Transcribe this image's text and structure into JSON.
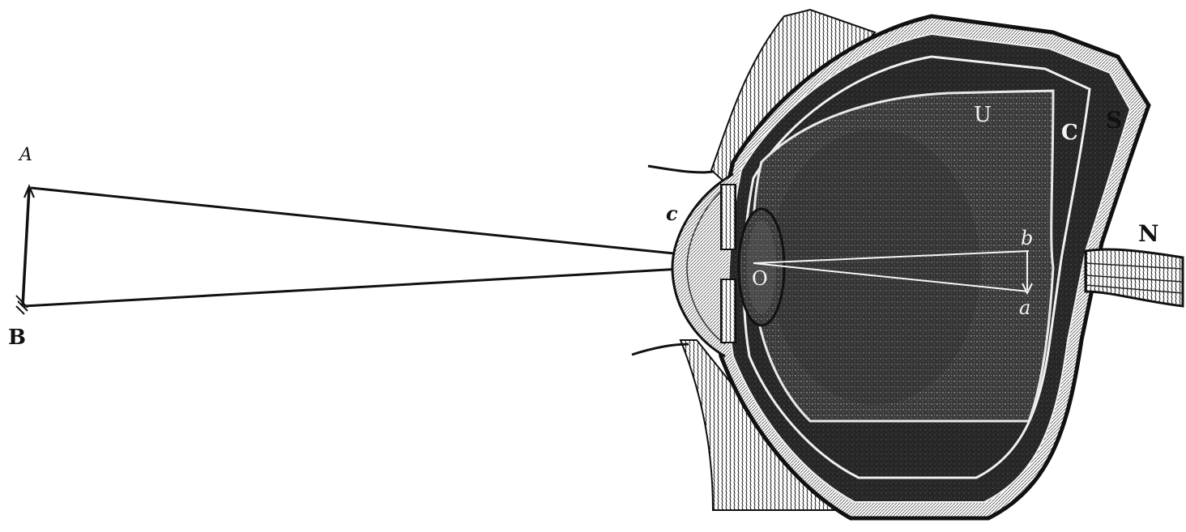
{
  "figure": {
    "labels": {
      "A": "A",
      "B": "B",
      "c_lower": "c",
      "O": "O",
      "U": "U",
      "C_upper": "C",
      "S": "S",
      "N": "N",
      "b": "b",
      "a": "a"
    }
  },
  "colors": {
    "ink": "#111111",
    "paper": "#ffffff",
    "dark_interior": "#2c2c2c",
    "vitreous": "#4a4a4a"
  }
}
